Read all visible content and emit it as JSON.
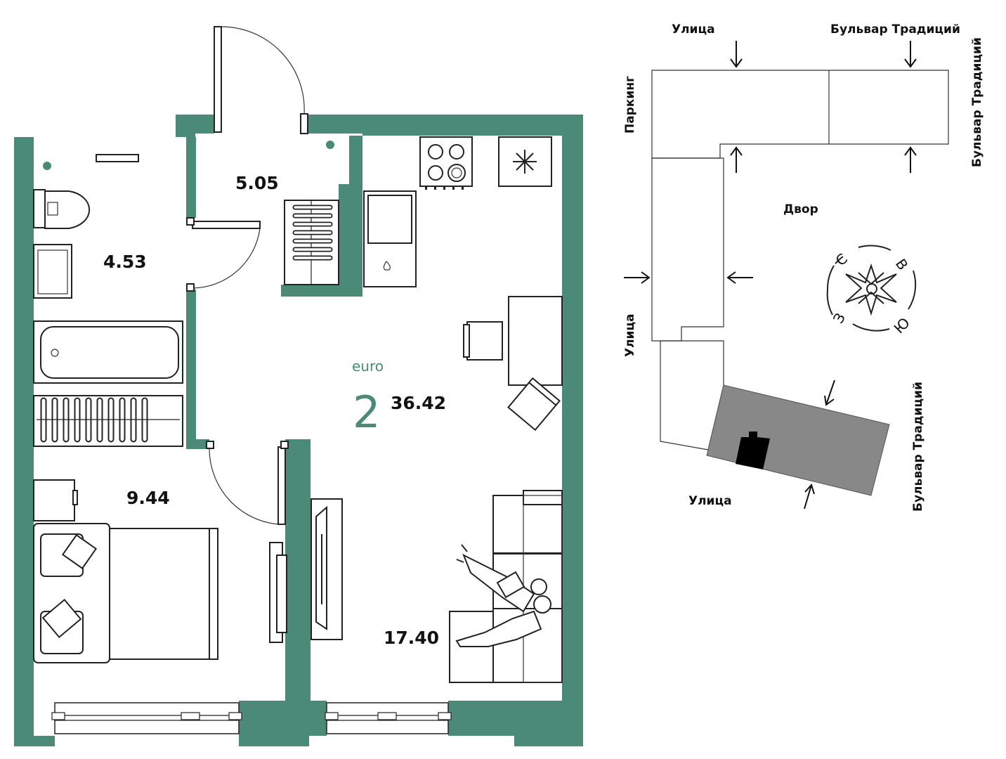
{
  "colors": {
    "wall": "#4a8a76",
    "accent": "#4a8a76",
    "building_fill": "#888888",
    "marker": "#000000",
    "line": "#222222"
  },
  "apartment": {
    "type_prefix": "euro",
    "rooms": "2",
    "total_area": "36.42"
  },
  "rooms": [
    {
      "id": "hall",
      "area": "5.05"
    },
    {
      "id": "bathroom",
      "area": "4.53"
    },
    {
      "id": "bedroom",
      "area": "9.44"
    },
    {
      "id": "living-kitchen",
      "area": "17.40"
    }
  ],
  "site_plan": {
    "labels": {
      "street_top": "Улица",
      "boulevard_top": "Бульвар Традиций",
      "boulevard_right": "Бульвар Традиций",
      "parking": "Паркинг",
      "street_left": "Улица",
      "courtyard": "Двор",
      "boulevard_lower_right": "Бульвар Традиций",
      "street_bottom": "Улица"
    },
    "compass": {
      "north": "С",
      "east": "В",
      "south": "Ю",
      "west": "З"
    }
  }
}
